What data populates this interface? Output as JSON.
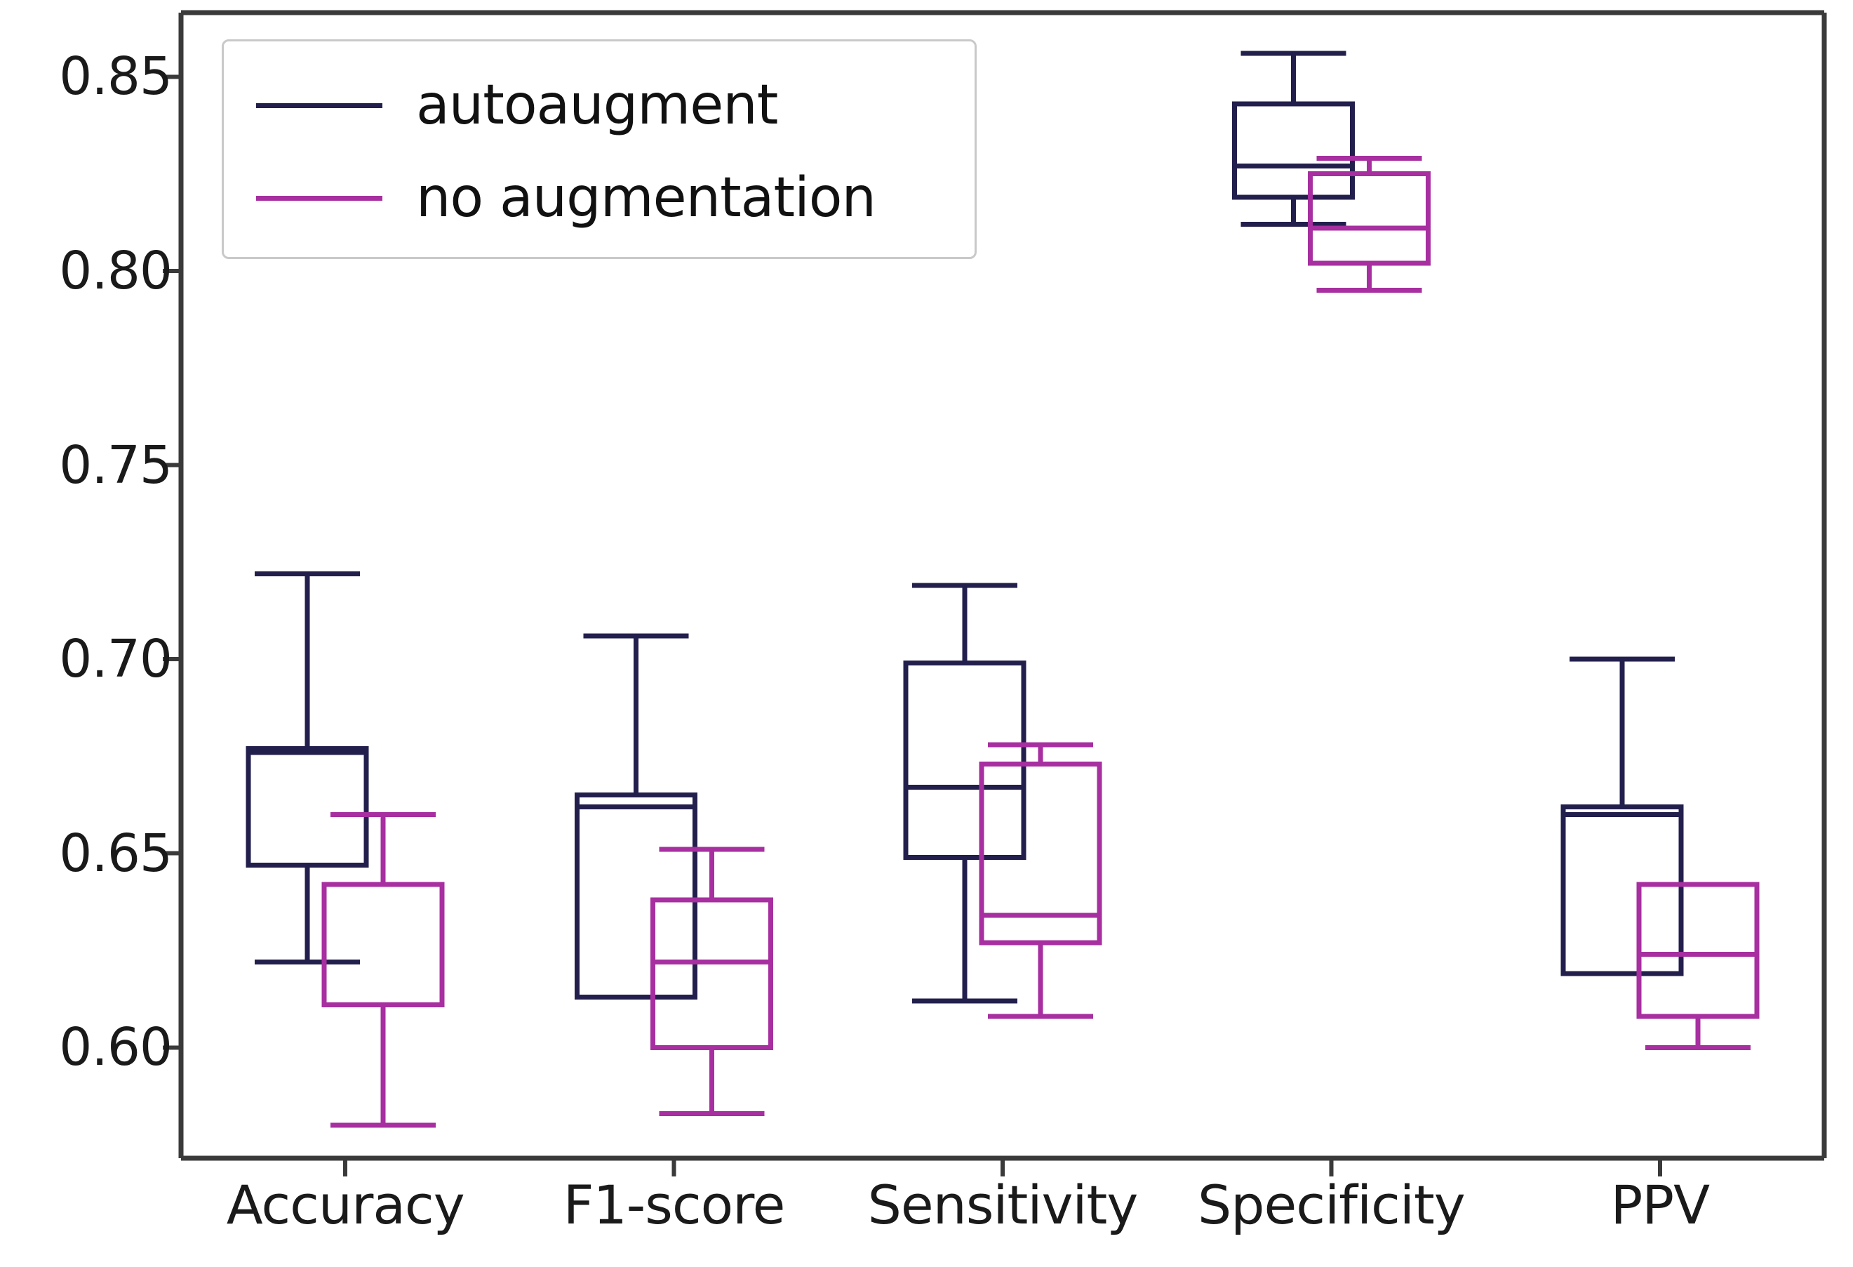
{
  "chart_data": {
    "type": "box",
    "title": "",
    "xlabel": "",
    "ylabel": "",
    "categories": [
      "Accuracy",
      "F1-score",
      "Sensitivity",
      "Specificity",
      "PPV"
    ],
    "ylim": [
      0.5715,
      0.8665
    ],
    "yticks": [
      0.85,
      0.8,
      0.75,
      0.7,
      0.65,
      0.6
    ],
    "ytick_labels": [
      "0.85",
      "0.80",
      "0.75",
      "0.70",
      "0.65",
      "0.60"
    ],
    "grid": false,
    "legend_position": "upper left",
    "series": [
      {
        "name": "autoaugment",
        "color": "#221f4d",
        "boxes": [
          {
            "category": "Accuracy",
            "whisker_low": 0.622,
            "q1": 0.647,
            "median": 0.676,
            "q3": 0.677,
            "whisker_high": 0.722
          },
          {
            "category": "F1-score",
            "whisker_low": 0.613,
            "q1": 0.613,
            "median": 0.662,
            "q3": 0.665,
            "whisker_high": 0.706
          },
          {
            "category": "Sensitivity",
            "whisker_low": 0.612,
            "q1": 0.649,
            "median": 0.667,
            "q3": 0.699,
            "whisker_high": 0.719
          },
          {
            "category": "Specificity",
            "whisker_low": 0.812,
            "q1": 0.819,
            "median": 0.827,
            "q3": 0.843,
            "whisker_high": 0.856
          },
          {
            "category": "PPV",
            "whisker_low": 0.619,
            "q1": 0.619,
            "median": 0.66,
            "q3": 0.662,
            "whisker_high": 0.7
          }
        ]
      },
      {
        "name": "no augmentation",
        "color": "#a72fa0",
        "boxes": [
          {
            "category": "Accuracy",
            "whisker_low": 0.58,
            "q1": 0.611,
            "median": 0.642,
            "q3": 0.642,
            "whisker_high": 0.66
          },
          {
            "category": "F1-score",
            "whisker_low": 0.583,
            "q1": 0.6,
            "median": 0.622,
            "q3": 0.638,
            "whisker_high": 0.651
          },
          {
            "category": "Sensitivity",
            "whisker_low": 0.608,
            "q1": 0.627,
            "median": 0.634,
            "q3": 0.673,
            "whisker_high": 0.678
          },
          {
            "category": "Specificity",
            "whisker_low": 0.795,
            "q1": 0.802,
            "median": 0.811,
            "q3": 0.825,
            "whisker_high": 0.829
          },
          {
            "category": "PPV",
            "whisker_low": 0.6,
            "q1": 0.608,
            "median": 0.624,
            "q3": 0.642,
            "whisker_high": 0.642
          }
        ]
      }
    ]
  },
  "legend": {
    "entries": [
      {
        "label": "autoaugment",
        "color": "#221f4d"
      },
      {
        "label": "no augmentation",
        "color": "#a72fa0"
      }
    ]
  },
  "axes": {
    "spine_color": "#3a3a3a",
    "tick_color": "#3a3a3a"
  }
}
